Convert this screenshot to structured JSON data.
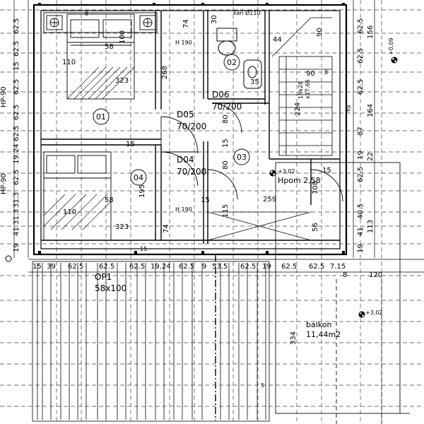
{
  "rooms": {
    "r01": "01",
    "r02": "02",
    "r03": "03",
    "r04": "04"
  },
  "doors": {
    "d04_name": "D04",
    "d04_size": "70/200",
    "d05_name": "D05",
    "d05_size": "70/200",
    "d06_name": "D06",
    "d06_size": "70/200"
  },
  "window": {
    "name": "OP1",
    "size": "58x100"
  },
  "balcony": {
    "name": "balkon",
    "area": "11,44m2",
    "level": "+3,02",
    "depth": "334"
  },
  "levels": {
    "floor": "+3,02",
    "hpom": "Hpom 2,58",
    "right_level": "+0,09"
  },
  "pipes": {
    "kan": "kan Ø110"
  },
  "stairs": {
    "steps": "15x28",
    "ratio": "x17,66",
    "length": "224",
    "fix": "fix"
  },
  "section_marks": {
    "left_top": "HP-90",
    "left_bottom": "HP-90"
  },
  "heights": {
    "h190_top": "H 190",
    "h190_bottom": "H 190"
  },
  "bed_dims": {
    "a1": "58",
    "a2": "100",
    "a3": "110",
    "a4": "323",
    "b1": "58",
    "b2": "110",
    "b3": "323"
  },
  "room_dims": {
    "w74a": "74",
    "w268": "268",
    "w30": "30",
    "w44": "44",
    "w90a": "90",
    "w90b": "90",
    "w8a": "8",
    "w8b": "8",
    "w35": "35",
    "w80a": "80",
    "w80b": "80",
    "w15a": "15",
    "w15b": "15",
    "w15c": "15",
    "w15d": "15",
    "w259": "259",
    "w108": "108",
    "w56": "56",
    "w115": "115",
    "w195": "195",
    "w74b": "74",
    "w5": "5",
    "w15e": "15"
  },
  "dims_right": [
    "62.5",
    "156",
    "62.5",
    "62.5",
    "164",
    "87",
    "19",
    "62.5",
    "22",
    "40.5",
    "41",
    "113",
    "19"
  ],
  "dims_left": [
    "62.5",
    "62.5",
    "15",
    "62.5",
    "62.5",
    "62.5",
    "19.24",
    "62.5",
    "31.3",
    "31.3",
    "41",
    "19"
  ],
  "dims_bottom": [
    "15",
    "39",
    "62.5",
    "62.5",
    "62.5",
    "19.24",
    "62.5",
    "9",
    "53.5",
    "62.5",
    "19",
    "62.5",
    "62.5",
    "7.15",
    "8",
    "120"
  ]
}
